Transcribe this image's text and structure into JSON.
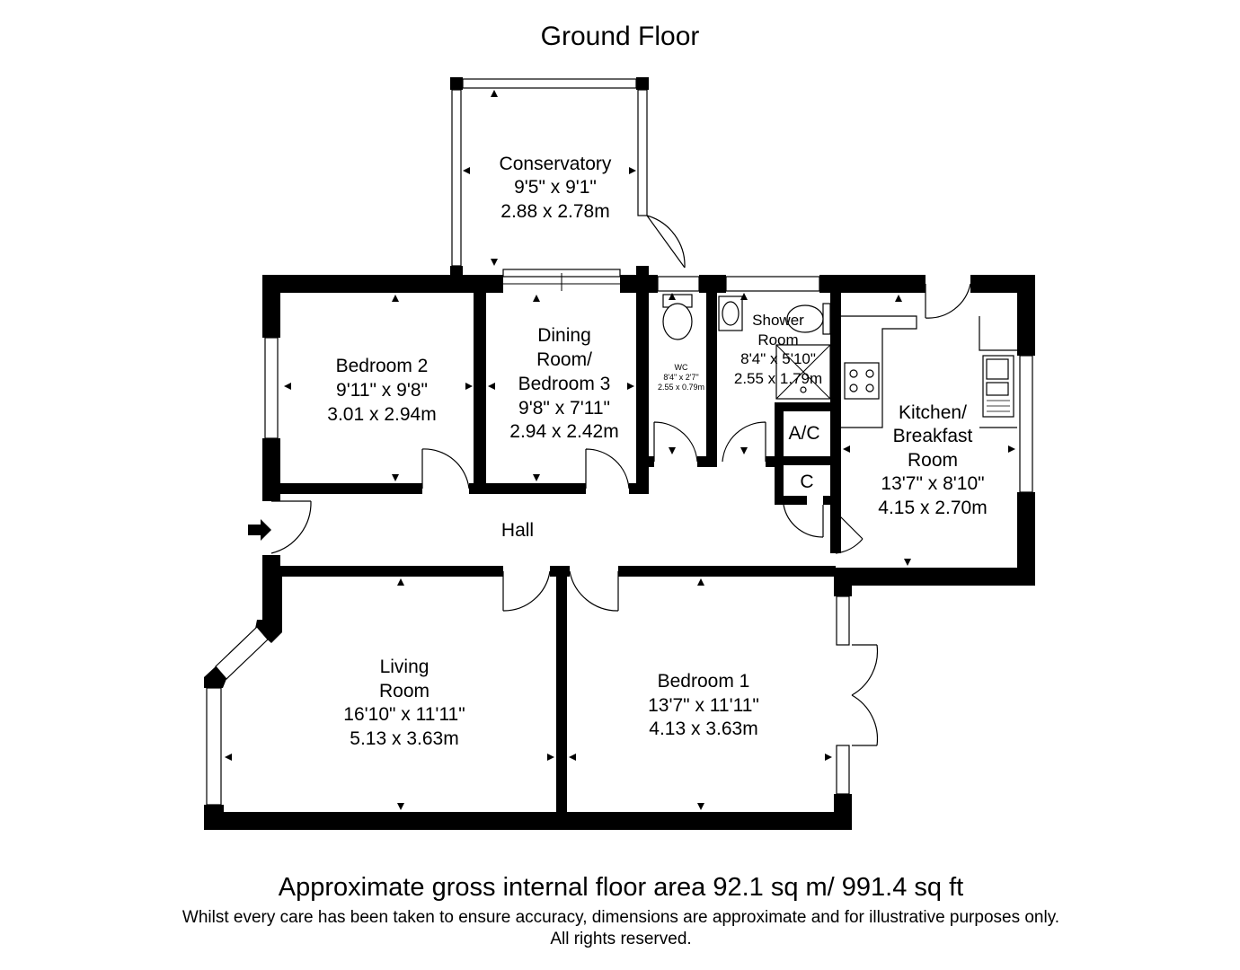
{
  "floor_title": "Ground Floor",
  "rooms": {
    "conservatory": {
      "name": "Conservatory",
      "imperial": "9'5\" x 9'1\"",
      "metric": "2.88 x 2.78m"
    },
    "bedroom2": {
      "name": "Bedroom 2",
      "imperial": "9'11\" x 9'8\"",
      "metric": "3.01 x 2.94m"
    },
    "dining": {
      "name_line1": "Dining",
      "name_line2": "Room/",
      "name_line3": "Bedroom 3",
      "imperial": "9'8\" x 7'11\"",
      "metric": "2.94 x 2.42m"
    },
    "wc": {
      "name": "WC",
      "imperial": "8'4\" x 2'7\"",
      "metric": "2.55 x 0.79m"
    },
    "shower": {
      "name_line1": "Shower",
      "name_line2": "Room",
      "imperial": "8'4\" x 5'10\"",
      "metric": "2.55 x 1.79m"
    },
    "kitchen": {
      "name_line1": "Kitchen/",
      "name_line2": "Breakfast",
      "name_line3": "Room",
      "imperial": "13'7\" x 8'10\"",
      "metric": "4.15 x 2.70m"
    },
    "ac": {
      "name": "A/C"
    },
    "cupboard": {
      "name": "C"
    },
    "hall": {
      "name": "Hall"
    },
    "living": {
      "name_line1": "Living",
      "name_line2": "Room",
      "imperial": "16'10\" x 11'11\"",
      "metric": "5.13 x 3.63m"
    },
    "bedroom1": {
      "name": "Bedroom 1",
      "imperial": "13'7\" x 11'11\"",
      "metric": "4.13 x 3.63m"
    }
  },
  "footer": {
    "area": "Approximate gross internal floor area 92.1 sq m/ 991.4 sq ft",
    "disclaimer_line1": "Whilst every care has been taken to ensure accuracy, dimensions are approximate and for illustrative purposes only.",
    "disclaimer_line2": "All rights reserved."
  }
}
